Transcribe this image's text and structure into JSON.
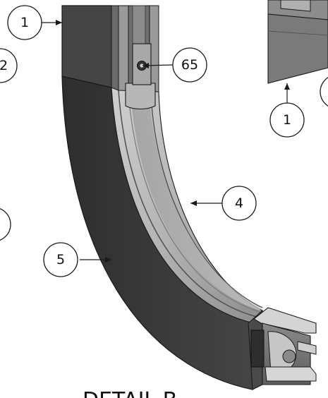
{
  "balloons": [
    {
      "id": "top-left",
      "label": "1"
    },
    {
      "id": "left-edge-top",
      "label": "2"
    },
    {
      "id": "left-edge-mid",
      "label": ""
    },
    {
      "id": "screw",
      "label": "65"
    },
    {
      "id": "top-right",
      "label": "1"
    },
    {
      "id": "right-edge",
      "label": ""
    },
    {
      "id": "inner-arc",
      "label": "4"
    },
    {
      "id": "outer-arc",
      "label": "5"
    }
  ],
  "detail_label": "DETAIL B",
  "colors": {
    "dark_face": "#3a3a3a",
    "mid_face": "#6e6e6e",
    "light_face": "#b9b9b9",
    "highlight": "#d8d8d8",
    "line": "#1a1a1a"
  }
}
